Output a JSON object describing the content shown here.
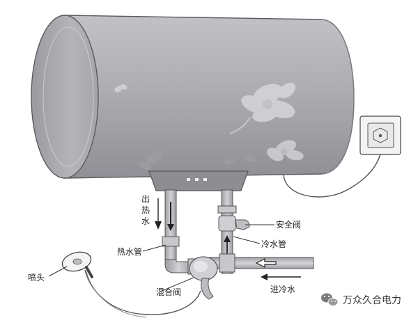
{
  "labels": {
    "hot_water_out": [
      "出",
      "热",
      "水"
    ],
    "safety_valve": "安全阀",
    "cold_water_pipe": "冷水管",
    "hot_water_pipe": "热水管",
    "shower_head": "喷头",
    "mixing_valve": "混合阀",
    "cold_water_in": "进冷水"
  },
  "watermark": {
    "text": "万众久合电力",
    "icon": "wechat-icon"
  },
  "colors": {
    "tank_fill": "#a8a8ad",
    "tank_dark": "#8b8b90",
    "pipe_fill": "#b8b8bd",
    "outline": "#4a4a4a"
  }
}
